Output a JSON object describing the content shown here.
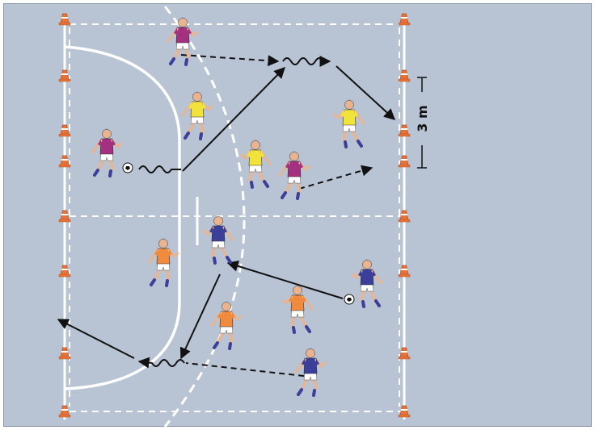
{
  "diagram": {
    "scale_label": "3 m",
    "colors": {
      "pitch": "#b8c4d4",
      "border": "#8a97a8",
      "line": "#ffffff",
      "arrow": "#111111",
      "cone": "#e8733a",
      "team_magenta": "#a4317f",
      "team_yellow": "#f2e33a",
      "team_orange": "#f08a3c",
      "team_blue": "#3b3f9a",
      "shorts": "#ffffff",
      "skin": "#e9b48f"
    },
    "players": [
      {
        "team": "magenta",
        "facing": "right"
      },
      {
        "team": "yellow",
        "facing": "right"
      },
      {
        "team": "magenta",
        "facing": "right"
      },
      {
        "team": "yellow",
        "facing": "left"
      },
      {
        "team": "magenta",
        "facing": "right"
      },
      {
        "team": "yellow",
        "facing": "left"
      },
      {
        "team": "blue",
        "facing": "left"
      },
      {
        "team": "orange",
        "facing": "right"
      },
      {
        "team": "orange",
        "facing": "right"
      },
      {
        "team": "orange",
        "facing": "left"
      },
      {
        "team": "blue",
        "facing": "left"
      },
      {
        "team": "blue",
        "facing": "right"
      }
    ],
    "balls": 2,
    "cones_per_line": 8
  }
}
